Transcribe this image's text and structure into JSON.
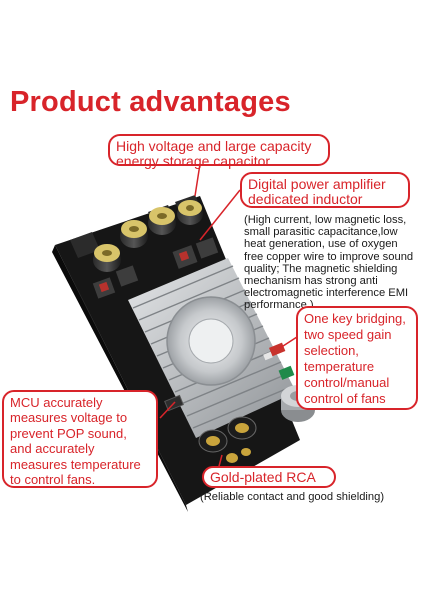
{
  "title": "Product advantages",
  "callouts": {
    "capacitor": {
      "lines": [
        "High voltage and large capacity",
        "energy storage capacitor"
      ]
    },
    "inductor": {
      "lines": [
        "Digital power amplifier",
        "dedicated inductor"
      ],
      "note": [
        "(High current, low magnetic loss,",
        "small parasitic capacitance,low",
        "heat generation, use of oxygen",
        "free copper wire to improve sound",
        "quality; The magnetic shielding",
        "mechanism has strong anti",
        "electromagnetic interference EMI",
        "performance.)"
      ]
    },
    "bridging": {
      "lines": [
        "One key bridging,",
        "two speed gain",
        "selection,",
        "temperature",
        "control/manual",
        "control of fans"
      ]
    },
    "mcu": {
      "lines": [
        "MCU accurately",
        "measures voltage to",
        "prevent POP sound,",
        "and accurately",
        "measures temperature",
        "to control fans."
      ]
    },
    "rca": {
      "lines": [
        "Gold-plated RCA"
      ],
      "note": "(Reliable contact and good shielding)"
    }
  },
  "colors": {
    "accent": "#d8242a",
    "board": "#1a1a1a",
    "heatsink": "#b9bcc0"
  }
}
